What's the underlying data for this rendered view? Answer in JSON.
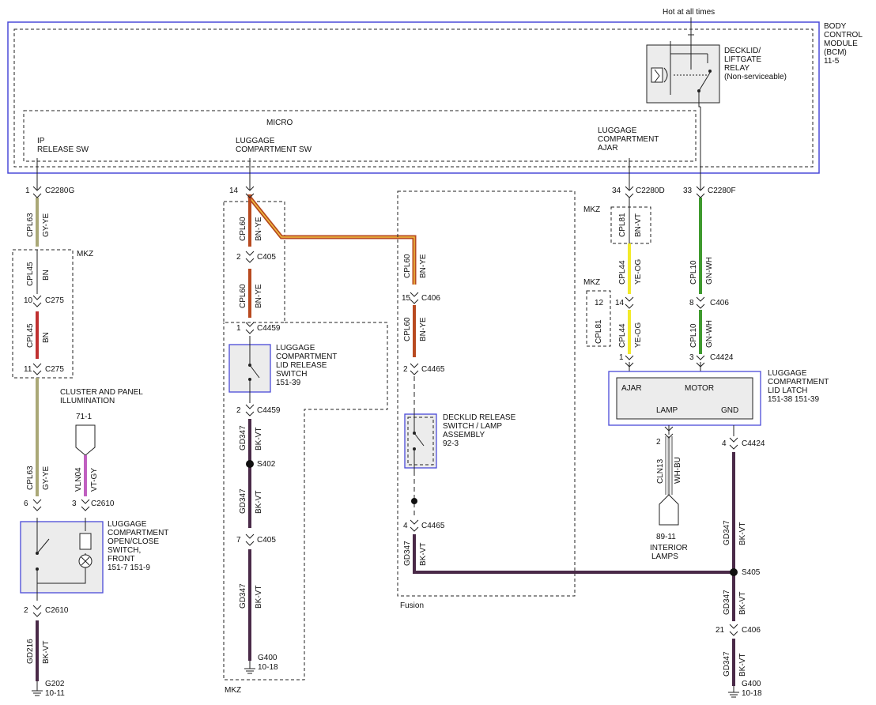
{
  "header": {
    "hot": "Hot at all times"
  },
  "bcm": {
    "title_lines": [
      "BODY",
      "CONTROL",
      "MODULE",
      "(BCM)",
      "11-5"
    ]
  },
  "relay": {
    "label_lines": [
      "DECKLID/",
      "LIFTGATE",
      "RELAY",
      "(Non-serviceable)"
    ]
  },
  "micro": {
    "title": "MICRO",
    "pins": [
      {
        "lines": [
          "IP",
          "RELEASE SW"
        ]
      },
      {
        "lines": [
          "LUGGAGE",
          "COMPARTMENT SW"
        ]
      },
      {
        "lines": [
          "LUGGAGE",
          "COMPARTMENT",
          "AJAR"
        ]
      }
    ]
  },
  "connectors": [
    {
      "pin": "1",
      "name": "C2280G"
    },
    {
      "pin": "10",
      "name": "C275"
    },
    {
      "pin": "11",
      "name": "C275"
    },
    {
      "pin": "6",
      "name": ""
    },
    {
      "pin": "3",
      "name": "C2610"
    },
    {
      "pin": "2",
      "name": "C2610"
    },
    {
      "pin": "14",
      "name": ""
    },
    {
      "pin": "2",
      "name": "C405"
    },
    {
      "pin": "1",
      "name": "C4459"
    },
    {
      "pin": "2",
      "name": "C4459"
    },
    {
      "pin": "7",
      "name": "C405"
    },
    {
      "pin": "15",
      "name": "C406"
    },
    {
      "pin": "2",
      "name": "C4465"
    },
    {
      "pin": "4",
      "name": "C4465"
    },
    {
      "pin": "34",
      "name": "C2280D"
    },
    {
      "pin": "33",
      "name": "C2280F"
    },
    {
      "pin": "14",
      "name": ""
    },
    {
      "pin": "8",
      "name": "C406"
    },
    {
      "pin": "1",
      "name": ""
    },
    {
      "pin": "3",
      "name": "C4424"
    },
    {
      "pin": "2",
      "name": ""
    },
    {
      "pin": "4",
      "name": "C4424"
    },
    {
      "pin": "21",
      "name": "C406"
    },
    {
      "pin": "12",
      "name": ""
    }
  ],
  "wires": [
    {
      "circuit": "CPL63",
      "color": "GY-YE",
      "hex": "#aaa877"
    },
    {
      "circuit": "CPL45",
      "color": "BN",
      "hex": ""
    },
    {
      "circuit": "CPL45",
      "color": "BN",
      "hex": "#c03030"
    },
    {
      "circuit": "CPL63",
      "color": "GY-YE",
      "hex": "#aaa877"
    },
    {
      "circuit": "VLN04",
      "color": "VT-GY",
      "hex": "#c060c0"
    },
    {
      "circuit": "GD216",
      "color": "BK-VT",
      "hex": "#4a2a48"
    },
    {
      "circuit": "CPL60",
      "color": "BN-YE",
      "hex": "#b84a20"
    },
    {
      "circuit": "CPL60",
      "color": "BN-YE",
      "hex": "#b84a20"
    },
    {
      "circuit": "GD347",
      "color": "BK-VT",
      "hex": "#4a2a48"
    },
    {
      "circuit": "GD347",
      "color": "BK-VT",
      "hex": "#4a2a48"
    },
    {
      "circuit": "GD347",
      "color": "BK-VT",
      "hex": "#4a2a48"
    },
    {
      "circuit": "CPL60",
      "color": "BN-YE",
      "hex": "#b84a20"
    },
    {
      "circuit": "CPL60",
      "color": "BN-YE",
      "hex": "#b84a20"
    },
    {
      "circuit": "GD347",
      "color": "BK-VT",
      "hex": "#4a2a48"
    },
    {
      "circuit": "CPL81",
      "color": "BN-VT",
      "hex": ""
    },
    {
      "circuit": "CPL44",
      "color": "YE-OG",
      "hex": "#f2ea2a"
    },
    {
      "circuit": "CPL44",
      "color": "YE-OG",
      "hex": "#f2ea2a"
    },
    {
      "circuit": "CPL10",
      "color": "GN-WH",
      "hex": "#3f9a2e"
    },
    {
      "circuit": "CPL10",
      "color": "GN-WH",
      "hex": "#3f9a2e"
    },
    {
      "circuit": "CLN13",
      "color": "WH-BU",
      "hex": ""
    },
    {
      "circuit": "GD347",
      "color": "BK-VT",
      "hex": "#4a2a48"
    },
    {
      "circuit": "GD347",
      "color": "BK-VT",
      "hex": "#4a2a48"
    },
    {
      "circuit": "GD347",
      "color": "BK-VT",
      "hex": "#4a2a48"
    },
    {
      "circuit": "CPL81",
      "color": "",
      "hex": ""
    }
  ],
  "options": [
    {
      "text": "MKZ"
    },
    {
      "text": "MKZ"
    },
    {
      "text": "MKZ"
    },
    {
      "text": "MKZ"
    },
    {
      "text": "Fusion"
    }
  ],
  "components": {
    "cluster": {
      "lines": [
        "CLUSTER AND PANEL",
        "ILLUMINATION"
      ],
      "ref": "71-1"
    },
    "front_switch": {
      "lines": [
        "LUGGAGE",
        "COMPARTMENT",
        "OPEN/CLOSE",
        "SWITCH,",
        "FRONT",
        "151-7  151-9"
      ]
    },
    "lid_release_switch": {
      "lines": [
        "LUGGAGE",
        "COMPARTMENT",
        "LID RELEASE",
        "SWITCH",
        "151-39"
      ]
    },
    "decklid_switch": {
      "lines": [
        "DECKLID RELEASE",
        "SWITCH / LAMP",
        "ASSEMBLY",
        "92-3"
      ]
    },
    "latch": {
      "lines": [
        "LUGGAGE",
        "COMPARTMENT",
        "LID LATCH",
        "151-38  151-39"
      ],
      "pins": [
        "AJAR",
        "MOTOR",
        "LAMP",
        "GND"
      ]
    },
    "interior_lamps": {
      "lines": [
        "89-11",
        "INTERIOR",
        "LAMPS"
      ]
    }
  },
  "splices": [
    {
      "name": "S402"
    },
    {
      "name": "S405"
    }
  ],
  "grounds": [
    {
      "name": "G202",
      "ref": "10-11"
    },
    {
      "name": "G400",
      "ref": "10-18"
    },
    {
      "name": "G400",
      "ref": "10-18"
    }
  ],
  "colors": {
    "module_border": "#4a4ad8",
    "component_fill": "#ececec"
  }
}
